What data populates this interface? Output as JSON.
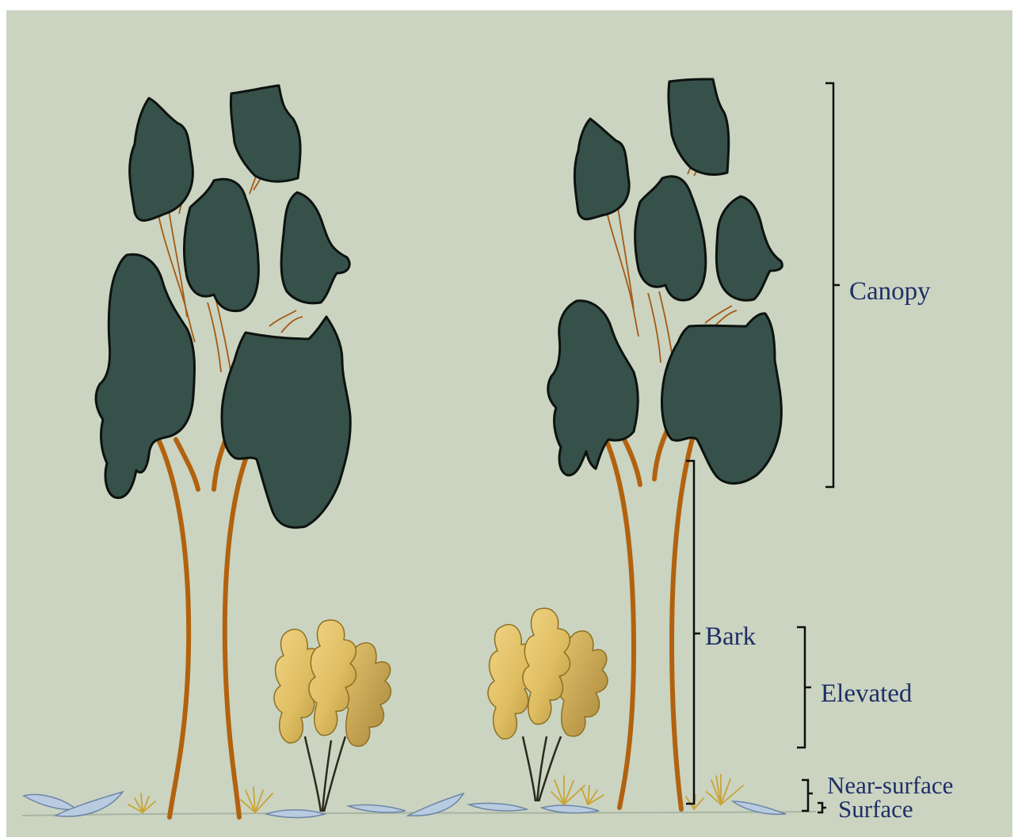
{
  "labels": {
    "canopy": "Canopy",
    "bark": "Bark",
    "elevated": "Elevated",
    "near_surface": "Near-surface",
    "surface": "Surface"
  },
  "colors": {
    "background": "#cad4c1",
    "foliage": "#36514a",
    "outline": "#0d120f",
    "trunk": "#b2620e",
    "shrub": "#e6c46d",
    "shrub_dark": "#c59f45",
    "grass": "#caa336",
    "litter": "#b9cbe0",
    "label_text": "#1f2f66"
  }
}
